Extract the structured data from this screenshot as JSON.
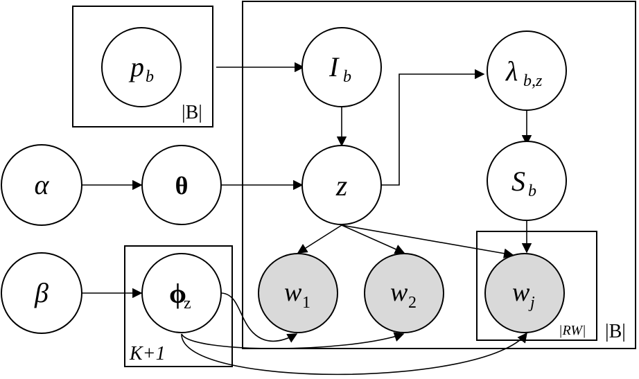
{
  "nodes": {
    "p_b": {
      "main": "p",
      "sub": "b"
    },
    "I_b": {
      "main": "I",
      "sub": "b"
    },
    "lambda": {
      "main": "λ",
      "sub": "b,z"
    },
    "alpha": {
      "main": "α"
    },
    "theta": {
      "main": "θ"
    },
    "z": {
      "main": "z"
    },
    "S_b": {
      "main": "S",
      "sub": "b"
    },
    "beta": {
      "main": "β"
    },
    "phi": {
      "main": "ϕ",
      "sub": "z"
    },
    "w1": {
      "main": "w",
      "sub": "1"
    },
    "w2": {
      "main": "w",
      "sub": "2"
    },
    "wj": {
      "main": "w",
      "sub": "j"
    }
  },
  "plates": {
    "pb_plate": "|B|",
    "outer_plate": "|B|",
    "rw_plate": "|RW|",
    "k_plate": "K+1"
  },
  "colors": {
    "observed_fill": "#d9d9d9",
    "stroke": "#000000"
  }
}
